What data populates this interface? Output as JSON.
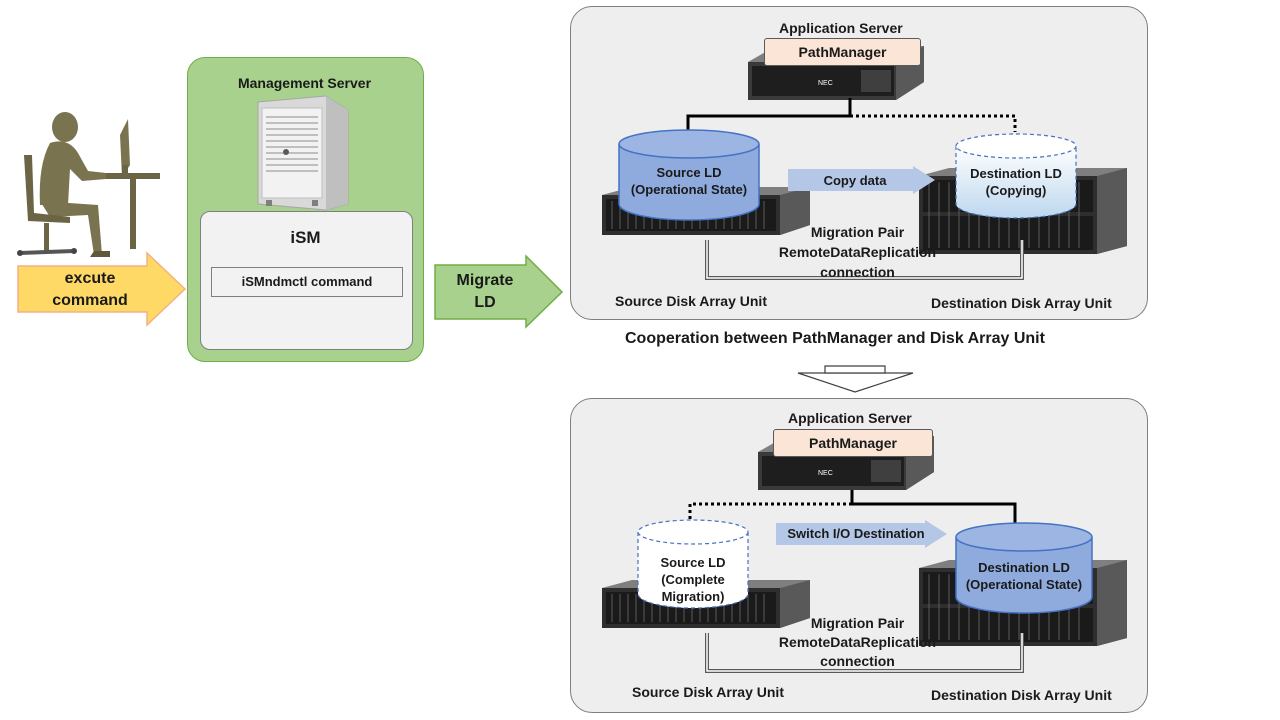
{
  "user_arrow": {
    "label_line1": "excute",
    "label_line2": "command",
    "color": "#ffd966"
  },
  "management_server": {
    "title": "Management Server",
    "ism_title": "iSM",
    "command_label": "iSMndmctl command",
    "panel_color": "#a9d18e"
  },
  "migrate_arrow": {
    "label_line1": "Migrate",
    "label_line2": "LD",
    "color": "#a9d18e"
  },
  "top_panel": {
    "app_server_title": "Application Server",
    "path_manager": "PathManager",
    "server_brand": "NEC",
    "source_ld_line1": "Source LD",
    "source_ld_line2": "(Operational State)",
    "dest_ld_line1": "Destination LD",
    "dest_ld_line2": "(Copying)",
    "copy_arrow_label": "Copy data",
    "pair_line1": "Migration Pair",
    "pair_line2": "RemoteDataReplication",
    "pair_line3": "connection",
    "source_unit_label": "Source Disk Array Unit",
    "dest_unit_label": "Destination Disk Array Unit"
  },
  "cooperation_caption": "Cooperation between  PathManager and Disk Array Unit",
  "bottom_panel": {
    "app_server_title": "Application Server",
    "path_manager": "PathManager",
    "server_brand": "NEC",
    "source_ld_line1": "Source LD",
    "source_ld_line2": "(Complete",
    "source_ld_line3": "Migration)",
    "dest_ld_line1": "Destination LD",
    "dest_ld_line2": "(Operational State)",
    "switch_arrow_label": "Switch I/O Destination",
    "pair_line1": "Migration Pair",
    "pair_line2": "RemoteDataReplication",
    "pair_line3": "connection",
    "source_unit_label": "Source Disk Array Unit",
    "dest_unit_label": "Destination Disk Array Unit"
  },
  "colors": {
    "ld_active": "#8faadc",
    "ld_active_dark": "#4472c4",
    "ld_inactive": "#ffffff",
    "flow_arrow": "#b4c7e7",
    "panel_bg": "#eeeeee"
  }
}
